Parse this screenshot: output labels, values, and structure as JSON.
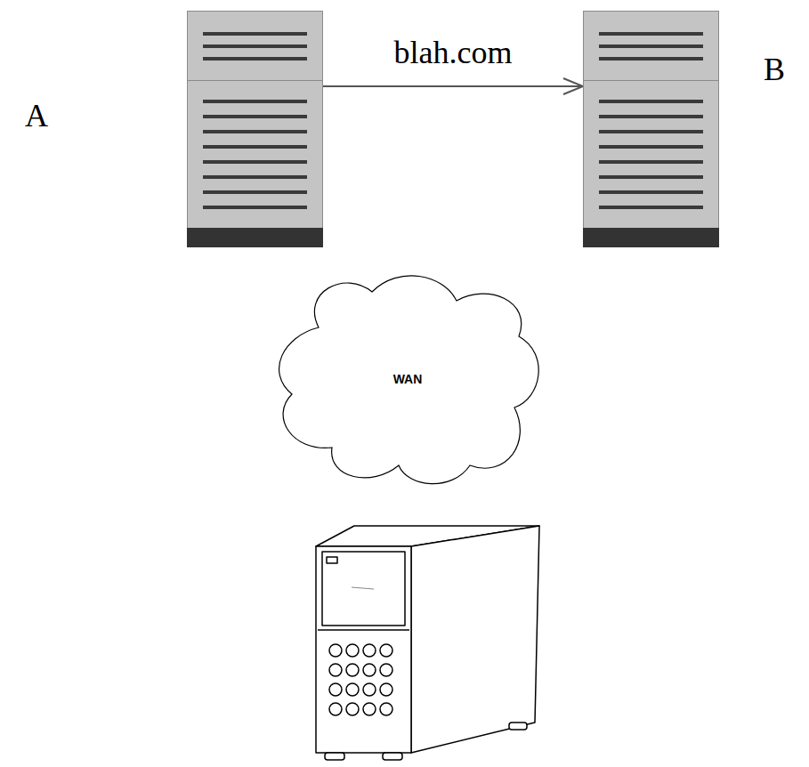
{
  "diagram": {
    "nodes": [
      {
        "text": [
          "A"
        ]
      },
      {
        "text": [
          "B"
        ]
      },
      {
        "text": [
          "WAN"
        ]
      }
    ],
    "edges": [
      {
        "from": 0,
        "to": 1,
        "label": "blah.com",
        "arrow": "to"
      }
    ]
  }
}
